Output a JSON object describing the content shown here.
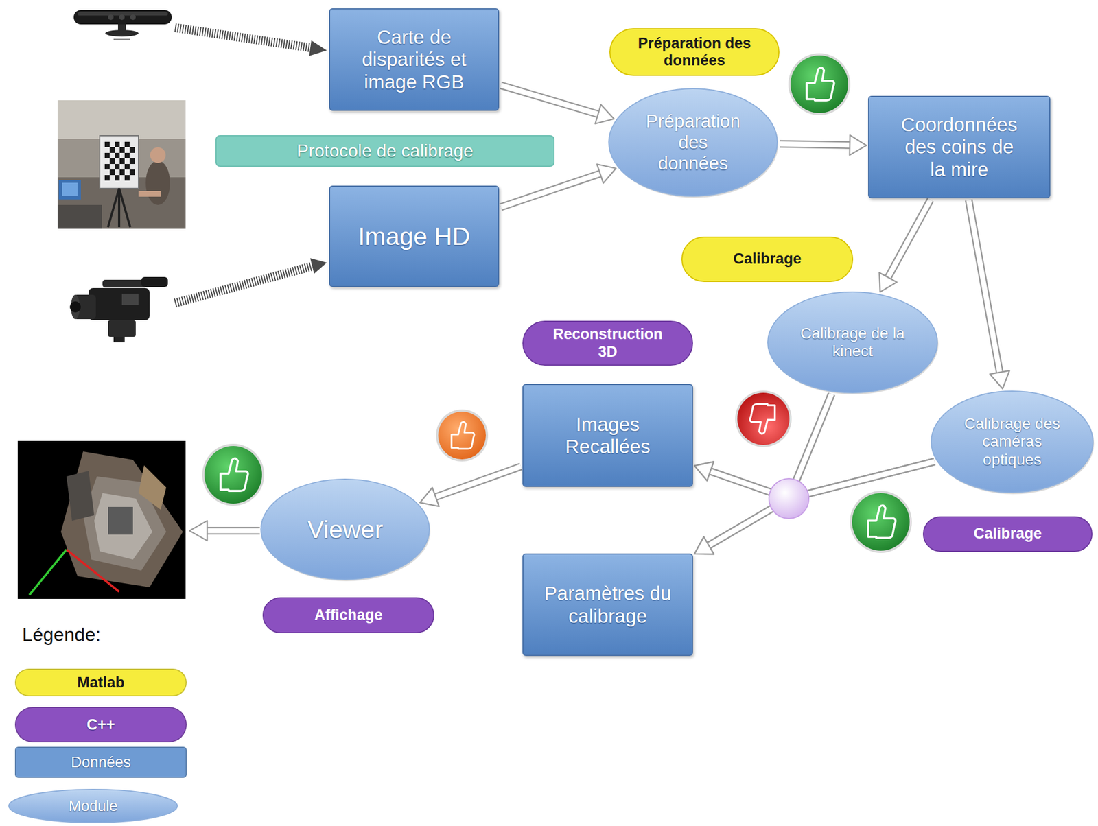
{
  "diagram": {
    "nodes": [
      {
        "text": [
          "Carte de disparités et image RGB"
        ]
      },
      {
        "text": [
          "Préparation des données"
        ]
      },
      {
        "text": [
          "Préparation des données"
        ]
      },
      {
        "text": [
          "Coordonnées des coins de la mire"
        ]
      },
      {
        "text": [
          "Protocole de calibrage"
        ]
      },
      {
        "text": [
          "Image HD"
        ]
      },
      {
        "text": [
          "Calibrage"
        ]
      },
      {
        "text": [
          "Reconstruction 3D"
        ]
      },
      {
        "text": [
          "Calibrage de la kinect"
        ]
      },
      {
        "text": [
          "Images Recallées"
        ]
      },
      {
        "text": [
          "Calibrage des caméras optiques"
        ]
      },
      {
        "text": [
          "Viewer"
        ]
      },
      {
        "text": [
          "Calibrage"
        ]
      },
      {
        "text": [
          "Paramètres du calibrage"
        ]
      },
      {
        "text": [
          "Affichage"
        ]
      }
    ],
    "edges": [
      {
        "from": 0,
        "to": 2,
        "arrow": "to"
      },
      {
        "from": 5,
        "to": 2,
        "arrow": "to"
      },
      {
        "from": 2,
        "to": 3,
        "arrow": "to"
      },
      {
        "from": 3,
        "to": 8,
        "arrow": "to"
      },
      {
        "from": 3,
        "to": 10,
        "arrow": "to"
      },
      {
        "from": 8,
        "to": 9,
        "arrow": "to"
      },
      {
        "from": 8,
        "to": 13,
        "arrow": "to"
      },
      {
        "from": 10,
        "to": 9,
        "arrow": "to"
      },
      {
        "from": 10,
        "to": 13,
        "arrow": "to"
      },
      {
        "from": 9,
        "to": 11,
        "arrow": "to"
      }
    ],
    "labels": [
      "Légende:"
    ],
    "legend": [
      {
        "text": "Matlab",
        "color": "#f6ec3c"
      },
      {
        "text": "C++",
        "color": "#8b50c0"
      },
      {
        "text": "Données",
        "color": "#6e9bd3"
      },
      {
        "text": "Module"
      }
    ]
  }
}
